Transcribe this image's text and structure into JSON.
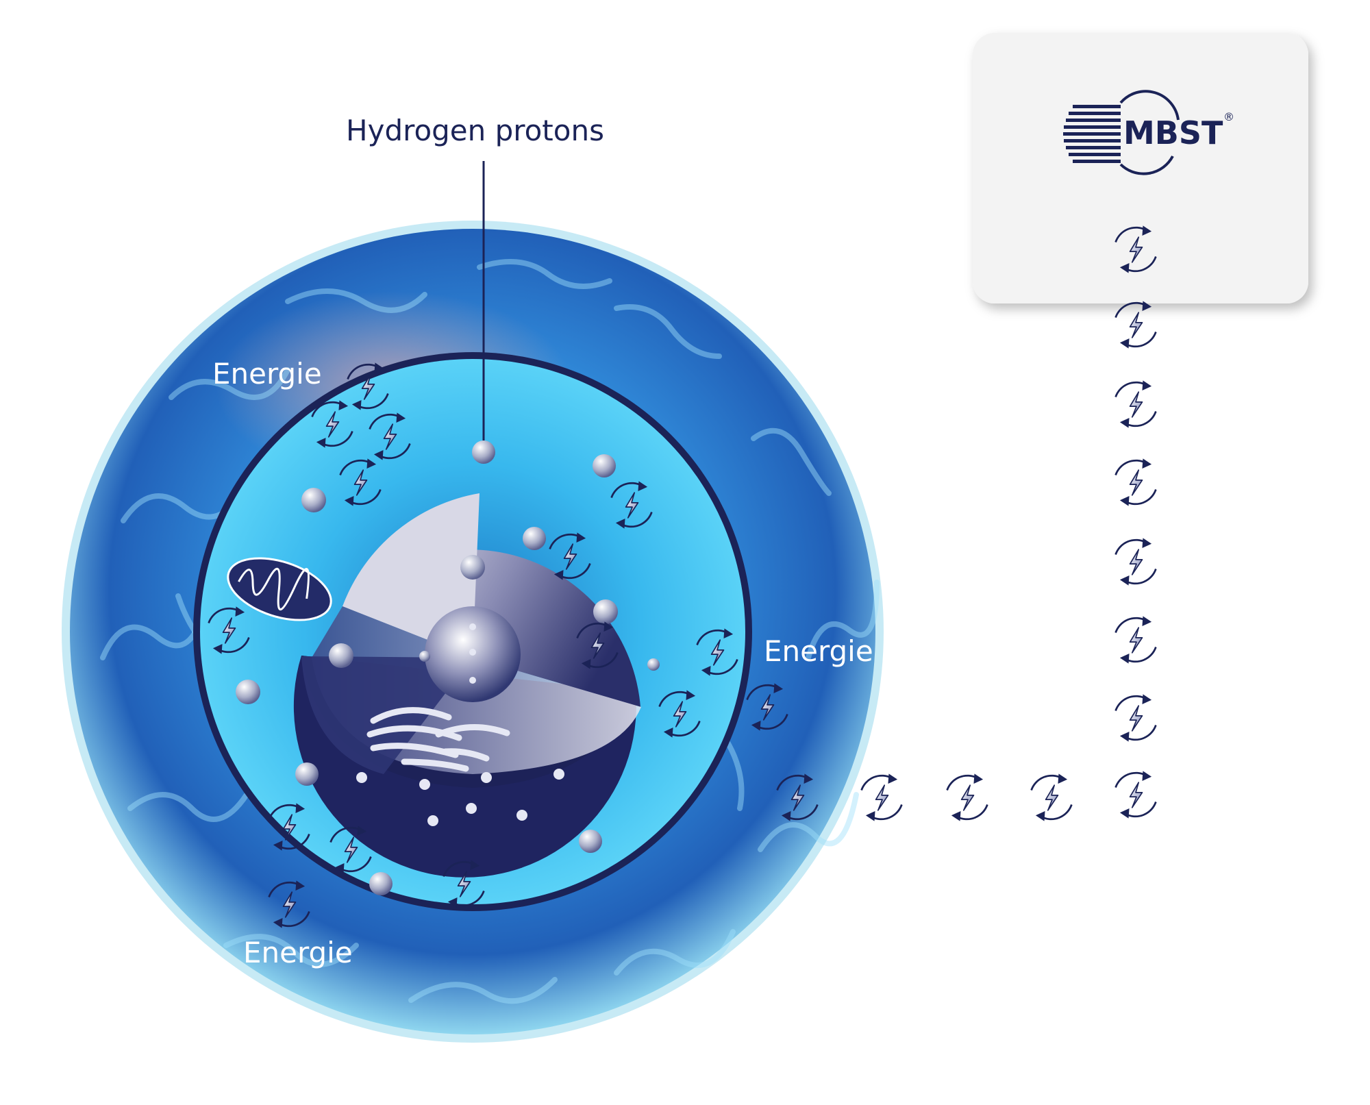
{
  "labels": {
    "hydrogen_protons": "Hydrogen protons",
    "energie_top": "Energie",
    "energie_right": "Energie",
    "energie_bottom": "Energie"
  },
  "device": {
    "logo_text": "MBST",
    "registered_mark": "®"
  },
  "icons": {
    "energy_symbol": "lightning-cycle-icon",
    "particle": "proton-sphere-icon"
  },
  "colors": {
    "navy": "#1b2357",
    "cell_blue": "#2f7fd0",
    "cytoplasm": "#36b6ec",
    "card": "#f3f3f3"
  }
}
